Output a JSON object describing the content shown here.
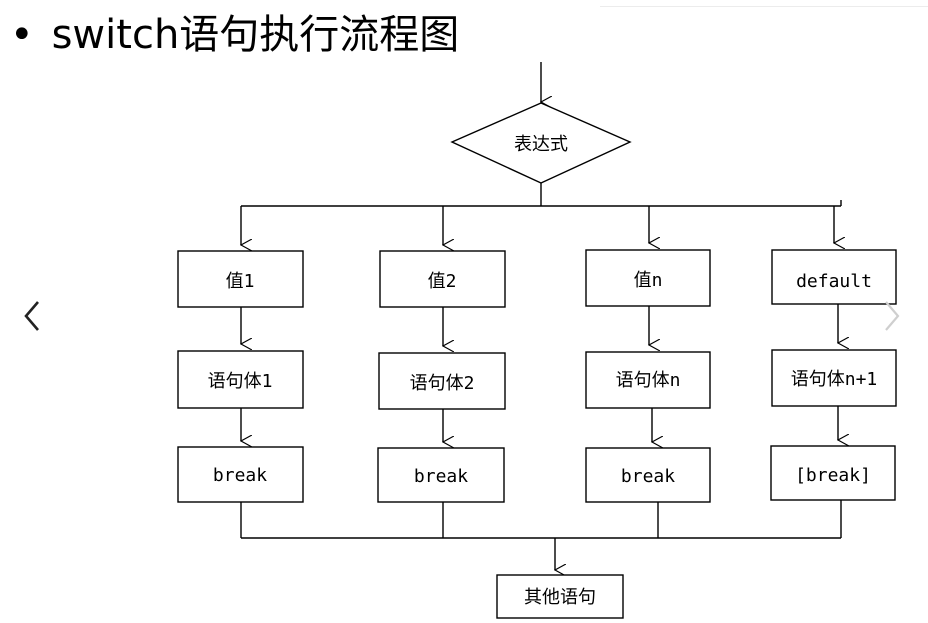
{
  "slide": {
    "bullet": "•",
    "title": "switch语句执行流程图"
  },
  "diagram": {
    "decision": "表达式",
    "columns": [
      {
        "case": "值1",
        "body": "语句体1",
        "brk": "break"
      },
      {
        "case": "值2",
        "body": "语句体2",
        "brk": "break"
      },
      {
        "case": "值n",
        "body": "语句体n",
        "brk": "break"
      },
      {
        "case": "default",
        "body": "语句体n+1",
        "brk": "[break]"
      }
    ],
    "end": "其他语句"
  },
  "nav": {
    "prev_icon": "chevron-left-icon",
    "next_icon": "chevron-right-icon"
  }
}
